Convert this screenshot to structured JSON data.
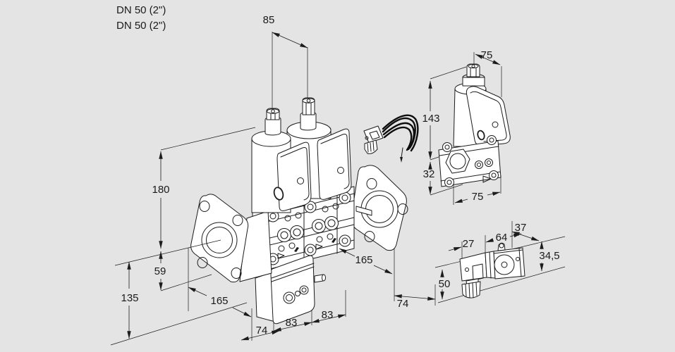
{
  "colors": {
    "background": "#e4e4e4",
    "line": "#1c1c1c",
    "text": "#1a1a1a",
    "fill": "#ffffff"
  },
  "header": {
    "product_line_1": "DN 50 (2\")",
    "product_line_2": "DN 50 (2\")"
  },
  "main_view": {
    "name": "double-solenoid-valve-isometric-view",
    "dims": {
      "d85": "85",
      "d180": "180",
      "d59": "59",
      "d135": "135",
      "d165_left": "165",
      "d74_bottom": "74",
      "d83_left": "83",
      "d83_right": "83",
      "d165_right": "165",
      "d74_right": "74"
    }
  },
  "side_view": {
    "name": "single-valve-side-view",
    "dims": {
      "d75_top": "75",
      "d143": "143",
      "d32": "32",
      "d75_bottom": "75"
    }
  },
  "coil_view": {
    "name": "solenoid-coil-view",
    "dims": {
      "d27": "27",
      "d64": "64",
      "d37": "37",
      "d34_5": "34,5",
      "d50": "50"
    }
  }
}
